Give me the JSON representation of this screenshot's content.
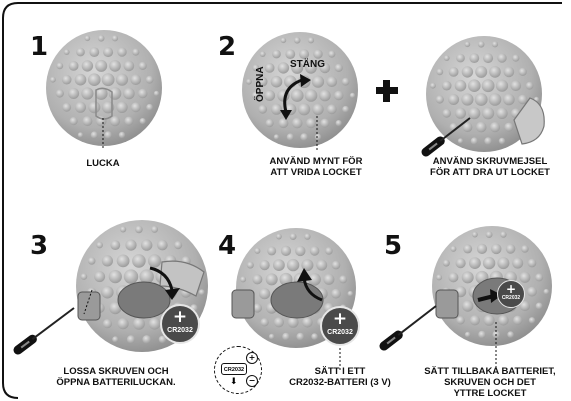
{
  "steps": [
    {
      "number": "1",
      "caption": "LUCKA"
    },
    {
      "number": "2",
      "caption": "ANVÄND MYNT FÖR\nATT VRIDA LOCKET",
      "rotate_close": "STÄNG",
      "rotate_open": "ÖPPNA"
    },
    {
      "number": "",
      "caption": "ANVÄND SKRUVMEJSEL\nFÖR ATT DRA UT LOCKET"
    },
    {
      "number": "3",
      "caption": "LOSSA SKRUVEN OCH\nÖPPNA BATTERILUCKAN."
    },
    {
      "number": "4",
      "caption": "SÄTT I ETT\nCR2032-BATTERI (3 V)"
    },
    {
      "number": "5",
      "caption": "SÄTT TILLBAKA BATTERIET,\nSKRUVEN OCH DET\nYTTRE LOCKET"
    }
  ],
  "plus_connector": "+",
  "battery": {
    "label": "CR2032",
    "plus_sign": "+",
    "minus_sign": "−"
  },
  "colors": {
    "ball": "#b4b4b4",
    "ball_shadow": "#8f8f8f",
    "ink": "#111111",
    "badge": "#4a4a4a"
  }
}
